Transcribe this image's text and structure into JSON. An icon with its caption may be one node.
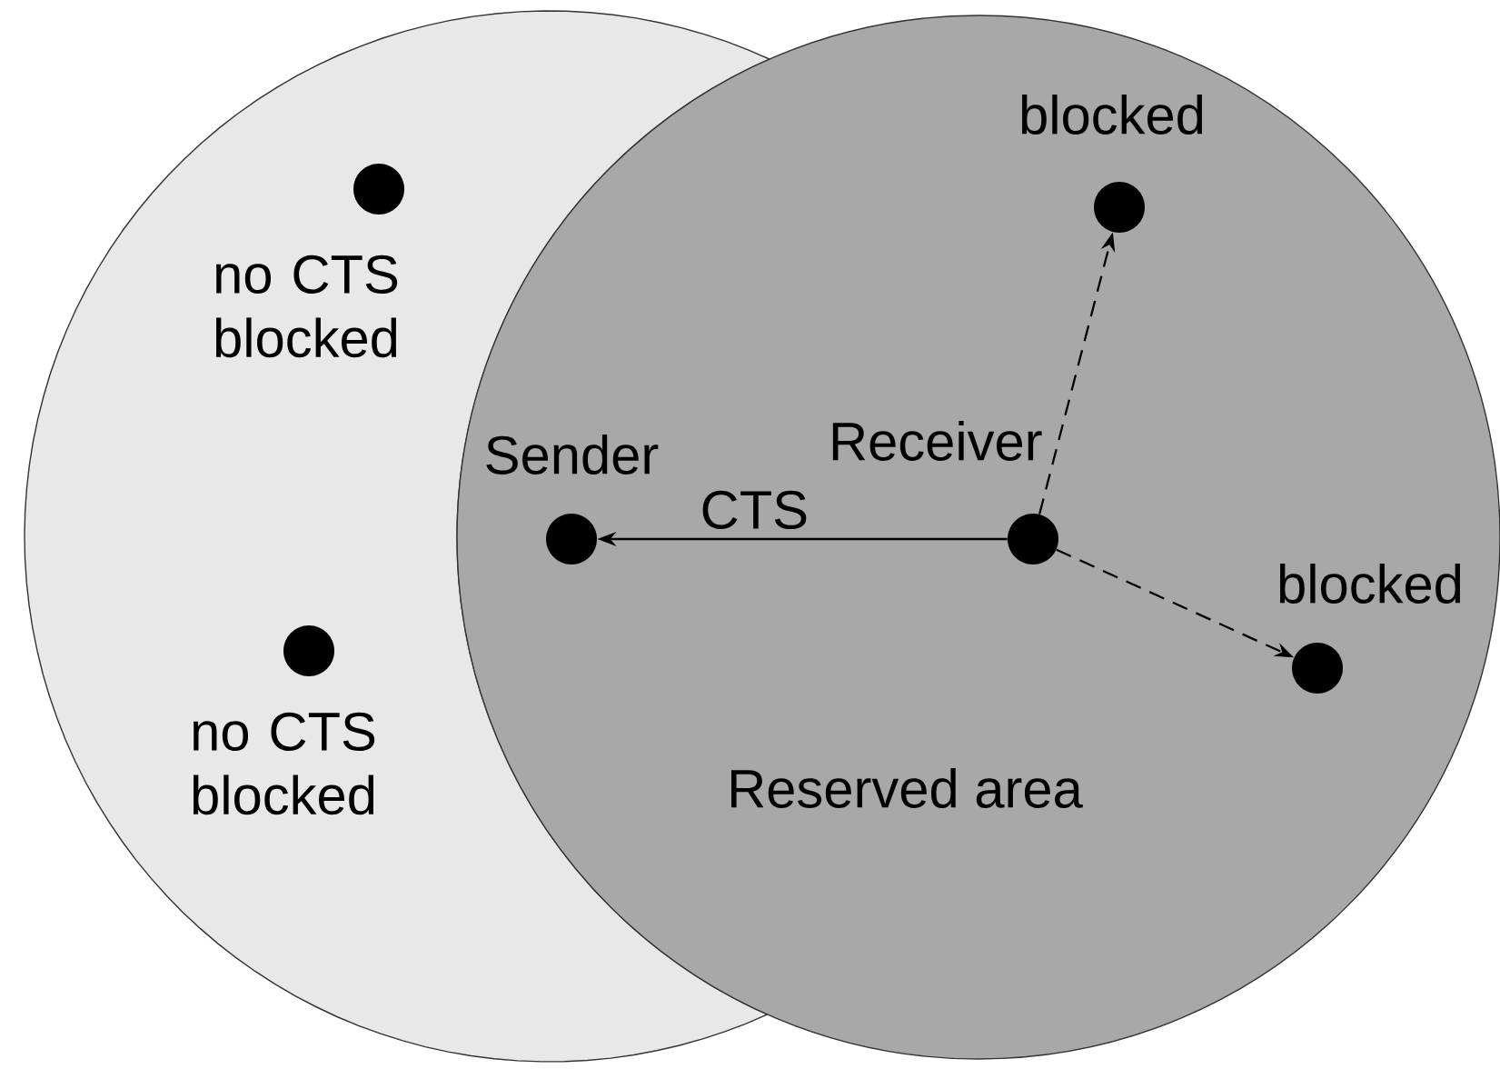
{
  "diagram": {
    "nodes": [
      {
        "text": [],
        "shape": "circle",
        "beside": [
          "no CTS blocked"
        ]
      },
      {
        "text": [],
        "shape": "circle",
        "beside": [
          "no CTS blocked"
        ]
      },
      {
        "text": [],
        "shape": "circle",
        "beside": [
          "Sender"
        ]
      },
      {
        "text": [],
        "shape": "circle",
        "beside": [
          "Receiver"
        ]
      },
      {
        "text": [],
        "shape": "circle",
        "beside": [
          "blocked"
        ]
      },
      {
        "text": [],
        "shape": "circle",
        "beside": [
          "blocked"
        ]
      }
    ],
    "edges": [
      {
        "from": 3,
        "to": 2,
        "arrow": "to",
        "label": "CTS"
      },
      {
        "from": 3,
        "to": 4,
        "arrow": "to",
        "style": "dashed"
      },
      {
        "from": 3,
        "to": 5,
        "arrow": "to",
        "style": "dashed"
      }
    ],
    "labels": [
      "Reserved area"
    ]
  }
}
